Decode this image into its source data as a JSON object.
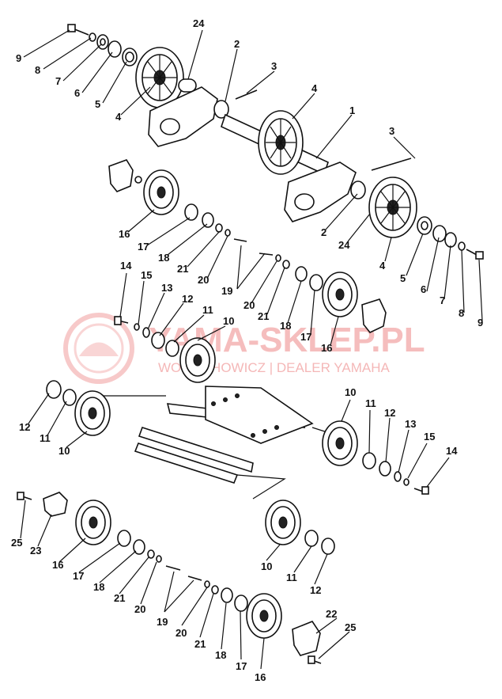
{
  "watermark": {
    "title": "YAMA-SKLEP.PL",
    "subtitle": "WOJCICHOWICZ | DEALER YAMAHA"
  },
  "labels": [
    {
      "text": "24"
    },
    {
      "text": "2"
    },
    {
      "text": "3"
    },
    {
      "text": "9"
    },
    {
      "text": "8"
    },
    {
      "text": "7"
    },
    {
      "text": "6"
    },
    {
      "text": "5"
    },
    {
      "text": "4"
    },
    {
      "text": "4"
    },
    {
      "text": "1"
    },
    {
      "text": "3"
    },
    {
      "text": "2"
    },
    {
      "text": "24"
    },
    {
      "text": "4"
    },
    {
      "text": "5"
    },
    {
      "text": "6"
    },
    {
      "text": "7"
    },
    {
      "text": "8"
    },
    {
      "text": "9"
    },
    {
      "text": "16"
    },
    {
      "text": "17"
    },
    {
      "text": "18"
    },
    {
      "text": "21"
    },
    {
      "text": "20"
    },
    {
      "text": "19"
    },
    {
      "text": "20"
    },
    {
      "text": "21"
    },
    {
      "text": "18"
    },
    {
      "text": "17"
    },
    {
      "text": "16"
    },
    {
      "text": "14"
    },
    {
      "text": "15"
    },
    {
      "text": "13"
    },
    {
      "text": "12"
    },
    {
      "text": "11"
    },
    {
      "text": "10"
    },
    {
      "text": "12"
    },
    {
      "text": "11"
    },
    {
      "text": "10"
    },
    {
      "text": "10"
    },
    {
      "text": "11"
    },
    {
      "text": "12"
    },
    {
      "text": "13"
    },
    {
      "text": "15"
    },
    {
      "text": "14"
    },
    {
      "text": "25"
    },
    {
      "text": "23"
    },
    {
      "text": "16"
    },
    {
      "text": "17"
    },
    {
      "text": "18"
    },
    {
      "text": "21"
    },
    {
      "text": "20"
    },
    {
      "text": "19"
    },
    {
      "text": "20"
    },
    {
      "text": "21"
    },
    {
      "text": "18"
    },
    {
      "text": "17"
    },
    {
      "text": "16"
    },
    {
      "text": "10"
    },
    {
      "text": "11"
    },
    {
      "text": "12"
    },
    {
      "text": "22"
    },
    {
      "text": "25"
    }
  ]
}
